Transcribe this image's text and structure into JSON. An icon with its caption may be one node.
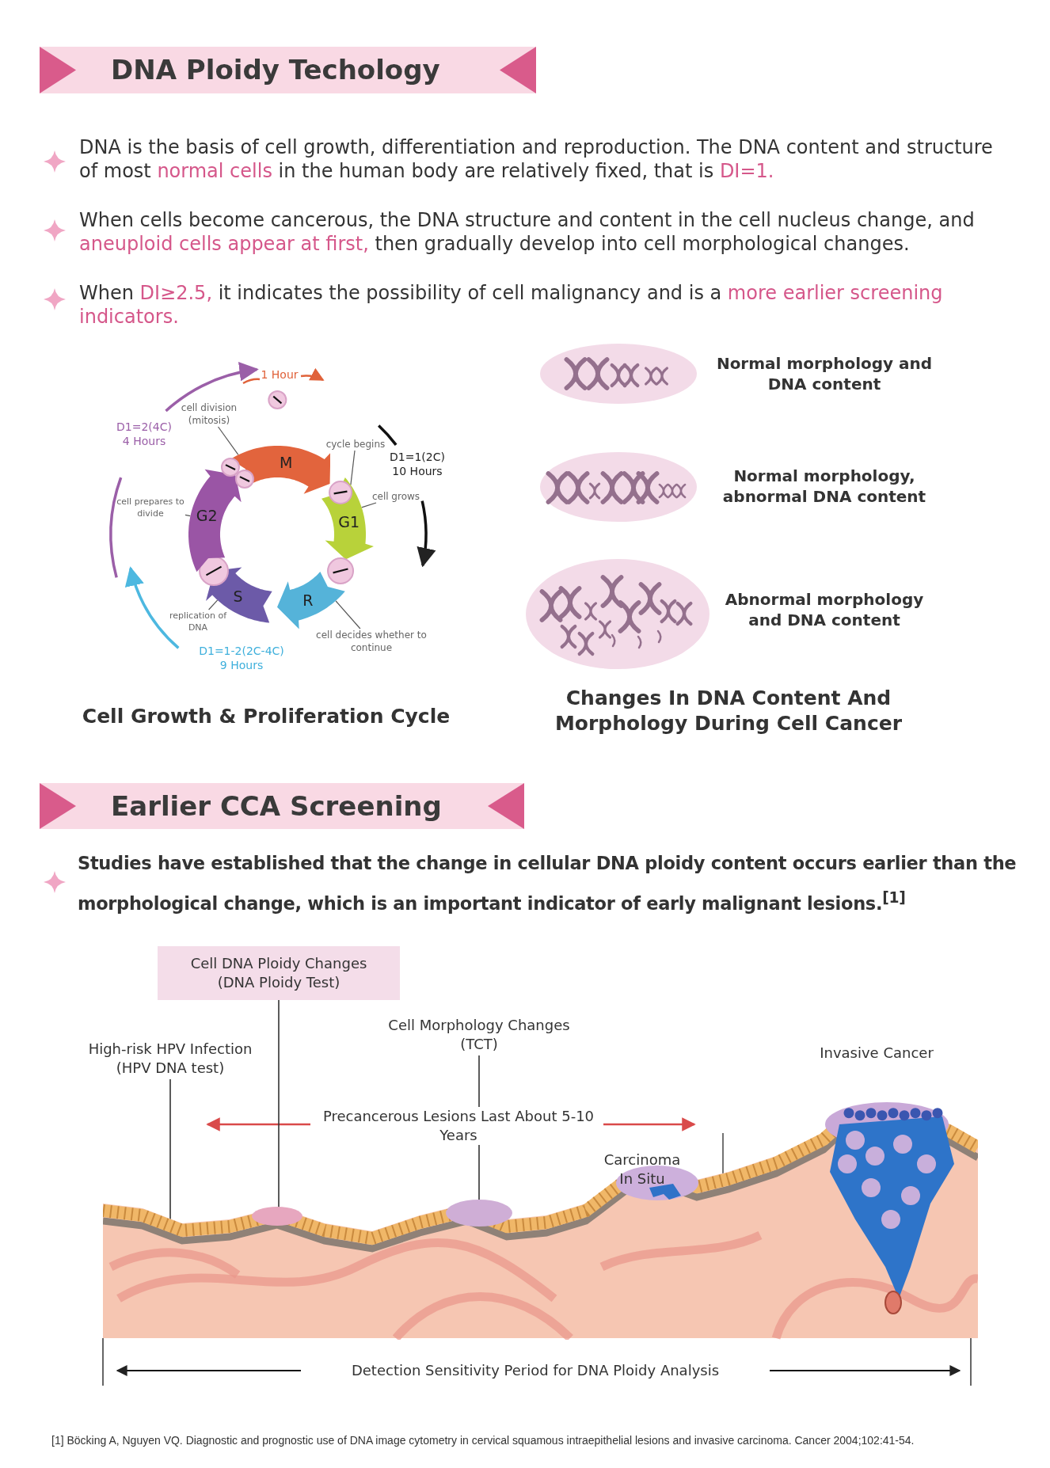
{
  "diagram": {
    "nodes": [
      {
        "text": [
          "DNA Ploidy Techology"
        ]
      },
      {
        "text": [
          "cell division (mitosis)"
        ]
      },
      {
        "text": [
          "M"
        ]
      },
      {
        "text": [
          "cycle begins"
        ]
      },
      {
        "text": [
          "G1"
        ]
      },
      {
        "text": [
          "cell grows"
        ]
      },
      {
        "text": [
          "R"
        ]
      },
      {
        "text": [
          "cell decides whether to continue"
        ]
      },
      {
        "text": [
          "S"
        ]
      },
      {
        "text": [
          "replication of DNA"
        ]
      },
      {
        "text": [
          "G2"
        ]
      },
      {
        "text": [
          "cell prepares to divide"
        ]
      },
      {
        "text": [],
        "shape": "ellipse",
        "beside": [
          "Normal morphology and DNA content"
        ]
      },
      {
        "text": [],
        "shape": "ellipse",
        "beside": [
          "Normal morphology, abnormal DNA content"
        ]
      },
      {
        "text": [],
        "shape": "ellipse",
        "beside": [
          "Abnormal morphology and DNA content"
        ]
      },
      {
        "text": [
          "Earlier CCA Screening"
        ]
      },
      {
        "text": [
          "Cell DNA Ploidy Changes (DNA Ploidy Test)"
        ]
      },
      {
        "text": [
          "High-risk HPV Infection (HPV DNA test)"
        ]
      },
      {
        "text": [
          "Cell Morphology Changes (TCT)"
        ]
      },
      {
        "text": [],
        "shape": "picture"
      }
    ],
    "edges": [
      {
        "from": 1,
        "to": 2,
        "arrow": "none"
      },
      {
        "from": 3,
        "to": 4,
        "arrow": "none"
      },
      {
        "from": 5,
        "to": 4,
        "arrow": "none"
      },
      {
        "from": 7,
        "to": 6,
        "arrow": "none"
      },
      {
        "from": 9,
        "to": 8,
        "arrow": "none"
      },
      {
        "from": 11,
        "to": 10,
        "arrow": "none"
      },
      {
        "from": 17,
        "to": 19,
        "arrow": "none"
      },
      {
        "from": 16,
        "to": 19,
        "arrow": "none"
      },
      {
        "from": 18,
        "to": 19,
        "arrow": "none"
      }
    ],
    "labels": [
      "DNA is the basis of cell growth, differentiation and reproduction. The DNA content and structure of most **normal cells** in the human body are relatively fixed, that is **DI=1.**",
      "When cells become cancerous, the DNA structure and content in the cell nucleus change, and **aneuploid cells appear at first,** then gradually develop into cell morphological changes.",
      "When **DI≥2.5,** it indicates the possibility of cell malignancy and is a **more earlier screening indicators.**",
      "1 Hour",
      "D1=2(4C)",
      "4 Hours",
      "D1=1(2C)",
      "10 Hours",
      "D1=1-2(2C-4C)",
      "9 Hours",
      "Cell Growth & Proliferation Cycle",
      "Changes In DNA Content And Morphology During Cell Cancer",
      "Studies have established that the change in cellular DNA ploidy content occurs earlier than the morphological change, which is an important indicator of early malignant lesions.$^{[1]}$",
      "Precancerous Lesions Last About 5-10 Years",
      "Carcinoma In Situ",
      "Invasive Cancer",
      "Detection Sensitivity Period for DNA Ploidy Analysis",
      "[1] Böcking A, Nguyen VQ. Diagnostic and prognostic use of DNA image cytometry in cervical squamous intraepithelial lesions and invasive carcinoma. Cancer 2004;102:41-54."
    ]
  }
}
